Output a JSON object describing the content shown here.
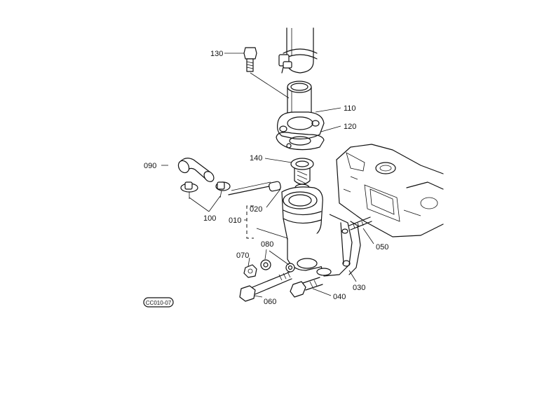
{
  "diagram": {
    "part_labels": {
      "p010": "010",
      "p020": "020",
      "p030": "030",
      "p040": "040",
      "p050": "050",
      "p060": "060",
      "p070": "070",
      "p080": "080",
      "p090": "090",
      "p100": "100",
      "p110": "110",
      "p120": "120",
      "p130": "130",
      "p140": "140"
    },
    "figure_code": "CC010-07"
  }
}
